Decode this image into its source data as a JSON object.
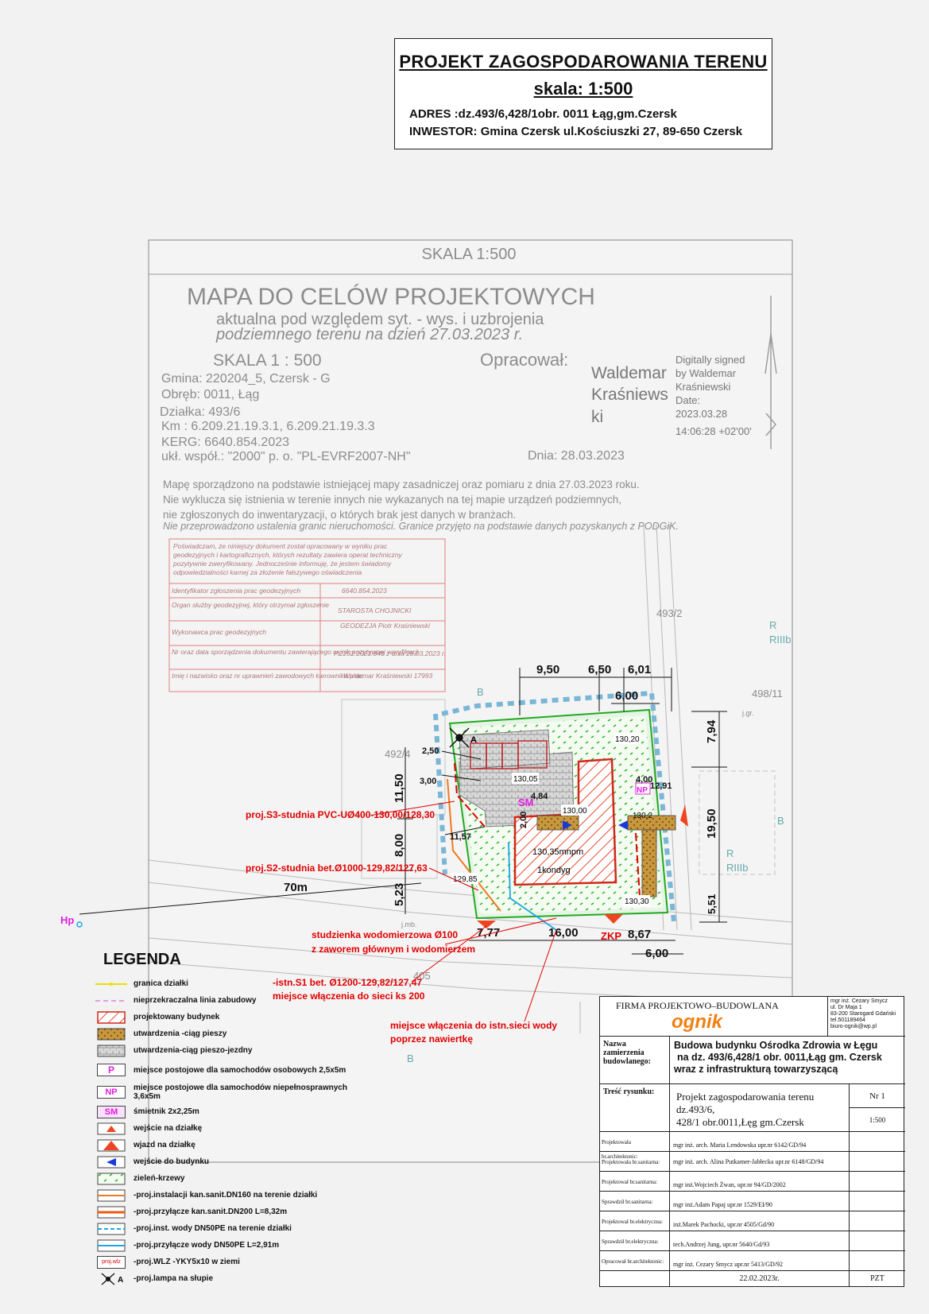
{
  "title": {
    "line1": "PROJEKT  ZAGOSPODAROWANIA TERENU",
    "scale": "skala: 1:500",
    "address": "ADRES :dz.493/6,428/1obr.  0011 Łąg,gm.Czersk",
    "investor": "INWESTOR: Gmina Czersk ul.Kościuszki 27, 89-650 Czersk"
  },
  "map": {
    "skala_top": "SKALA 1:500",
    "heading": "MAPA DO CELÓW PROJEKTOWYCH",
    "sub1": "aktualna pod względem syt. - wys. i uzbrojenia",
    "sub2": "podziemnego terenu na dzień 27.03.2023 r.",
    "skala2": "SKALA 1 : 500",
    "opracowal": "Opracował:",
    "gmina": "Gmina: 220204_5, Czersk - G",
    "obreb": "Obręb: 0011, Łąg",
    "dzialka": "Działka: 493/6",
    "km": "Km : 6.209.21.19.3.1, 6.209.21.19.3.3",
    "kerg": "KERG: 6640.854.2023",
    "uklad": "ukł. współ.: \"2000\" p. o. \"PL-EVRF2007-NH\"",
    "dnia": "Dnia: 28.03.2023",
    "sig_name1": "Waldemar",
    "sig_name2": "Kraśniews",
    "sig_name3": "ki",
    "sig1": "Digitally signed",
    "sig2": "by Waldemar",
    "sig3": "Kraśniewski",
    "sig4": "Date:",
    "sig5": "2023.03.28",
    "sig6": "14:06:28 +02'00'",
    "note1": "Mapę sporządzono na podstawie istniejącej mapy zasadniczej oraz pomiaru z dnia 27.03.2023 roku.",
    "note2": "Nie wyklucza się istnienia w terenie innych nie wykazanych na tej mapie urządzeń podziemnych,",
    "note3": "nie zgłoszonych do inwentaryzacji, o których brak jest danych w branżach.",
    "note4": "Nie przeprowadzono ustalenia granic nieruchomości. Granice przyjęto na podstawie danych pozyskanych z PODGiK.",
    "cert_text1": "Poświadczam, że niniejszy dokument został opracowany w wyniku prac",
    "cert_text2": "geodezyjnych i kartograficznych, których rezultaty zawiera operat techniczny",
    "cert_text3": "pozytywnie zweryfikowany. Jednocześnie informuję, że jestem świadomy",
    "cert_text4": "odpowiedzialności karnej za złożenie fałszywego oświadczenia",
    "cert_rows": [
      {
        "k": "Identyfikator zgłoszenia prac geodezyjnych",
        "v": "6640.854.2023"
      },
      {
        "k": "Organ służby geodezyjnej, który otrzymał zgłoszenie",
        "v": "STAROSTA CHOJNICKI"
      },
      {
        "k": "Wykonawca prac geodezyjnych",
        "v": "GEODEZJA Piotr  Kraśniewski"
      },
      {
        "k": "Nr oraz data sporządzenia dokumentu zawierającego wynik pozytywnej weryfikacji",
        "v": "P.2202.2023.846 z dnia 28.03.2023 r."
      },
      {
        "k": "Imię i nazwisko oraz nr uprawnień zawodowych kierownika prac",
        "v": "Waldemar Kraśniewski 17993"
      }
    ],
    "parcels": [
      "493/2",
      "R",
      "RIIIb",
      "498/11",
      "j.gr.",
      "492/4",
      "B",
      "B",
      "R",
      "RIIIb",
      "B",
      "B",
      "405",
      "j.mb."
    ],
    "dims": [
      "9,50",
      "6,50",
      "6,01",
      "6,00",
      "7,94",
      "19,50",
      "5,51",
      "11,50",
      "8,00",
      "5,23",
      "2,50",
      "3,00",
      "11,57",
      "4,84",
      "4,00",
      "12,91",
      "7,77",
      "16,00",
      "8,67",
      "6,00",
      "6,00",
      "2,00",
      "70m"
    ],
    "labels_red": [
      "proj.S3-studnia PVC-UØ400-130,00/128,30",
      "proj.S2-studnia bet.Ø1000-129,82/127,63",
      "studzienka wodomierzowa Ø100",
      "z zaworem głównym i wodomierzem",
      "-istn.S1 bet. Ø1200-129,82/127,47",
      "miejsce włączenia do sieci ks 200",
      "miejsce włączenia do istn.sieci wody",
      "poprzez nawiertkę"
    ],
    "hp": "Hp",
    "sm": "SM",
    "zkp": "ZKP",
    "np": "NP",
    "a": "A",
    "bld_level": "130,35mnpm",
    "bld_kond": "1kondyg",
    "elev": [
      "130,20",
      "130,05",
      "130,00",
      "130,2",
      "129,85",
      "130,30"
    ]
  },
  "legend": {
    "title": "LEGENDA",
    "items": [
      "granica działki",
      "nieprzekraczalna linia zabudowy",
      "projektowany budynek",
      "utwardzenia -ciąg pieszy",
      "utwardzenia-ciąg pieszo-jezdny",
      "miejsce postojowe dla samochodów osobowych 2,5x5m",
      "miejsce postojowe dla samochodów niepełnosprawnych 3,6x5m",
      "śmietnik 2x2,25m",
      "wejście  na działkę",
      "wjazd na działkę",
      "wejście do budynku",
      "zieleń-krzewy",
      "-proj.instalacji kan.sanit.DN160 na terenie działki",
      "-proj.przyłącze kan.sanit.DN200 L=8,32m",
      "-proj.inst. wody DN50PE na terenie działki",
      "-proj.przyłącze wody DN50PE L=2,91m",
      "-proj.WLZ -YKY5x10 w ziemi",
      "-proj.lampa na słupie"
    ],
    "sym_p": "P",
    "sym_np": "NP",
    "sym_sm": "SM",
    "sym_wlz": "proj.wlz",
    "sym_a": "A"
  },
  "titleblock": {
    "firm": "FIRMA   PROJEKTOWO–BUDOWLANA",
    "brand": "ognik",
    "addr1": "mgr inż. Cezary Smycz",
    "addr2": "ul. Dr Maja 1",
    "addr3": "83-200 Starogard Gdański",
    "addr4": "tel.501189464",
    "addr5": "biuro-ognik@wp.pl",
    "k_nazwa": "Nazwa zamierzenia budowlanego:",
    "v_nazwa1": "Budowa budynku Ośrodka Zdrowia w Łęgu",
    "v_nazwa2": "na dz. 493/6,428/1  obr. 0011,Łąg gm. Czersk",
    "v_nazwa3": "wraz z infrastrukturą towarzyszącą",
    "k_tresc": "Treść rysunku:",
    "v_tresc1": "Projekt zagospodarowania terenu dz.493/6,",
    "v_tresc2": "428/1 obr.0011,Łęg gm.Czersk",
    "nr": "Nr 1",
    "skala": "1:500",
    "rows": [
      {
        "k": "Projektowała br.architektonic:",
        "v": "mgr inż. arch. Maria Lendowska upr.nr 6142/GD/94"
      },
      {
        "k": "Projektowała br.sanitarna:",
        "v": "mgr inż. arch. Alina Putkamer-Jabłecka upr.nr 6148/GD/94"
      },
      {
        "k": "Projektował br.sanitarna:",
        "v": "mgr inż.Wojciech Żwan, upr.nr 94/GD/2002"
      },
      {
        "k": "Sprawdził br.sanitarna:",
        "v": "mgr inż.Adam Papaj upr.nr 1529/EI/90"
      },
      {
        "k": "Projektował br.elektryczna:",
        "v": "inż.Marek Pachocki, upr.nr 4505/Gd/90"
      },
      {
        "k": "Sprawdził br.elektryczna:",
        "v": "tech.Andrzej Jung, upr.nr 5640/Gd/93"
      },
      {
        "k": "Opracował br.architektonic:",
        "v": "mgr inż. Cezary Smycz upr.nr 5413/GD/92"
      }
    ],
    "date": "22.02.2023r.",
    "code": "PZT"
  }
}
